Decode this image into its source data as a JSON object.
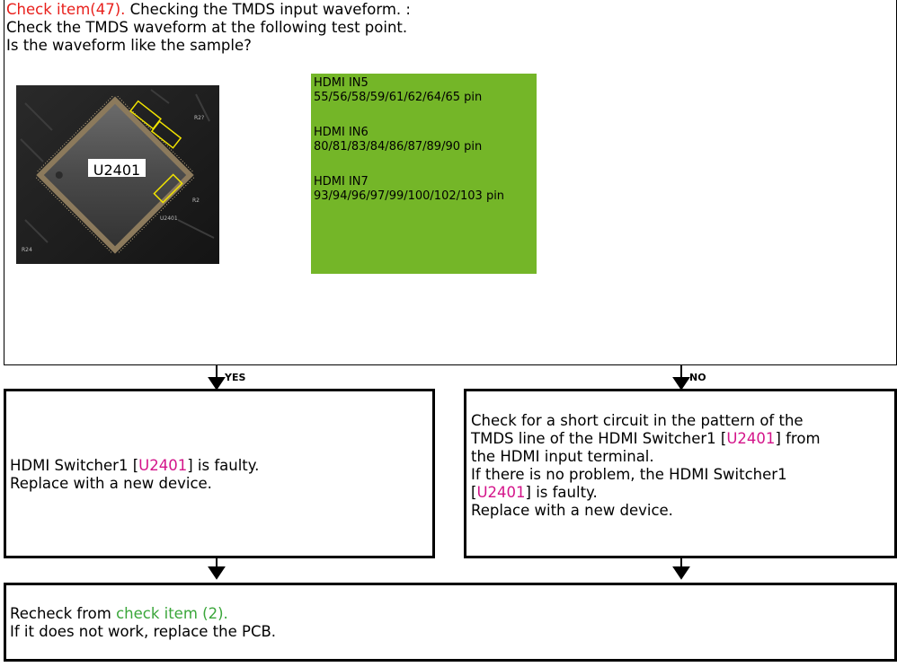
{
  "check": {
    "item_label": "Check item(47).",
    "title_rest": "Checking the TMDS input waveform. :",
    "line2": "Check the TMDS waveform at the following test point.",
    "line3": "Is the waveform like the sample?"
  },
  "image": {
    "chip_label": "U2401"
  },
  "pins": [
    {
      "name": "HDMI IN5",
      "pins": "55/56/58/59/61/62/64/65 pin"
    },
    {
      "name": "HDMI IN6",
      "pins": "80/81/83/84/86/87/89/90 pin"
    },
    {
      "name": "HDMI IN7",
      "pins": "93/94/96/97/99/100/102/103 pin"
    }
  ],
  "branches": {
    "yes_label": "YES",
    "no_label": "NO"
  },
  "yes_box": {
    "line1_pre": "HDMI Switcher1 [",
    "line1_ref": "U2401",
    "line1_post": "] is faulty.",
    "line2": "Replace with a new device."
  },
  "no_box": {
    "line1": "Check for a short circuit in the pattern of the",
    "line2_pre": "TMDS line of the HDMI Switcher1 [",
    "line2_ref": "U2401",
    "line2_post": "] from",
    "line3": "the HDMI input terminal.",
    "line4": "If there is no problem, the HDMI Switcher1",
    "line5_pre": "[",
    "line5_ref": "U2401",
    "line5_post": "] is faulty.",
    "line6": "Replace with a new device."
  },
  "final_box": {
    "line1_pre": "Recheck from ",
    "line1_link": "check item (2).",
    "line2": "If it does not work, replace the PCB."
  },
  "colors": {
    "item_red": "#e8201c",
    "ref_magenta": "#d4148a",
    "link_green": "#3aa63a",
    "pin_box_green": "#74b628"
  }
}
